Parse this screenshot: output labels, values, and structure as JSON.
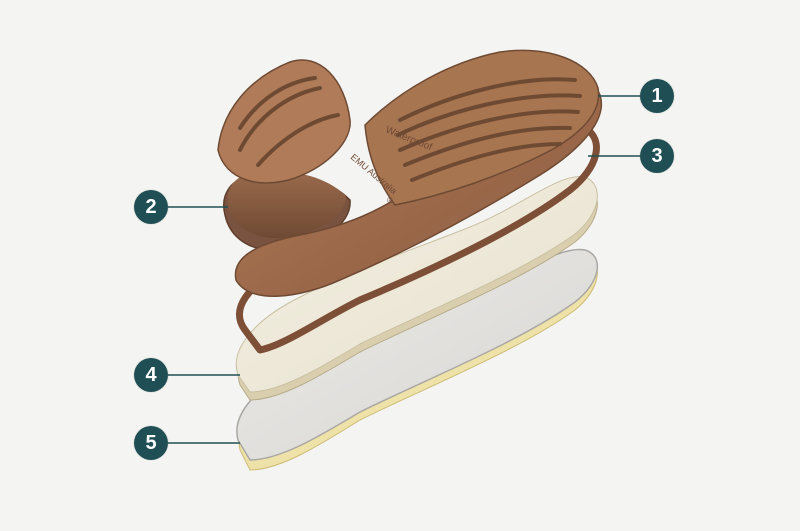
{
  "diagram": {
    "background": "#f4f4f2",
    "callout_color": "#1f4f54",
    "callouts": [
      {
        "label": "1",
        "part": "outsole"
      },
      {
        "label": "2",
        "part": "heel"
      },
      {
        "label": "3",
        "part": "welt"
      },
      {
        "label": "4",
        "part": "wool-insole"
      },
      {
        "label": "5",
        "part": "foam-base"
      }
    ],
    "sole_text": {
      "waterproof": "Waterproof",
      "brand": "EMU Australia",
      "mark": "®"
    }
  }
}
